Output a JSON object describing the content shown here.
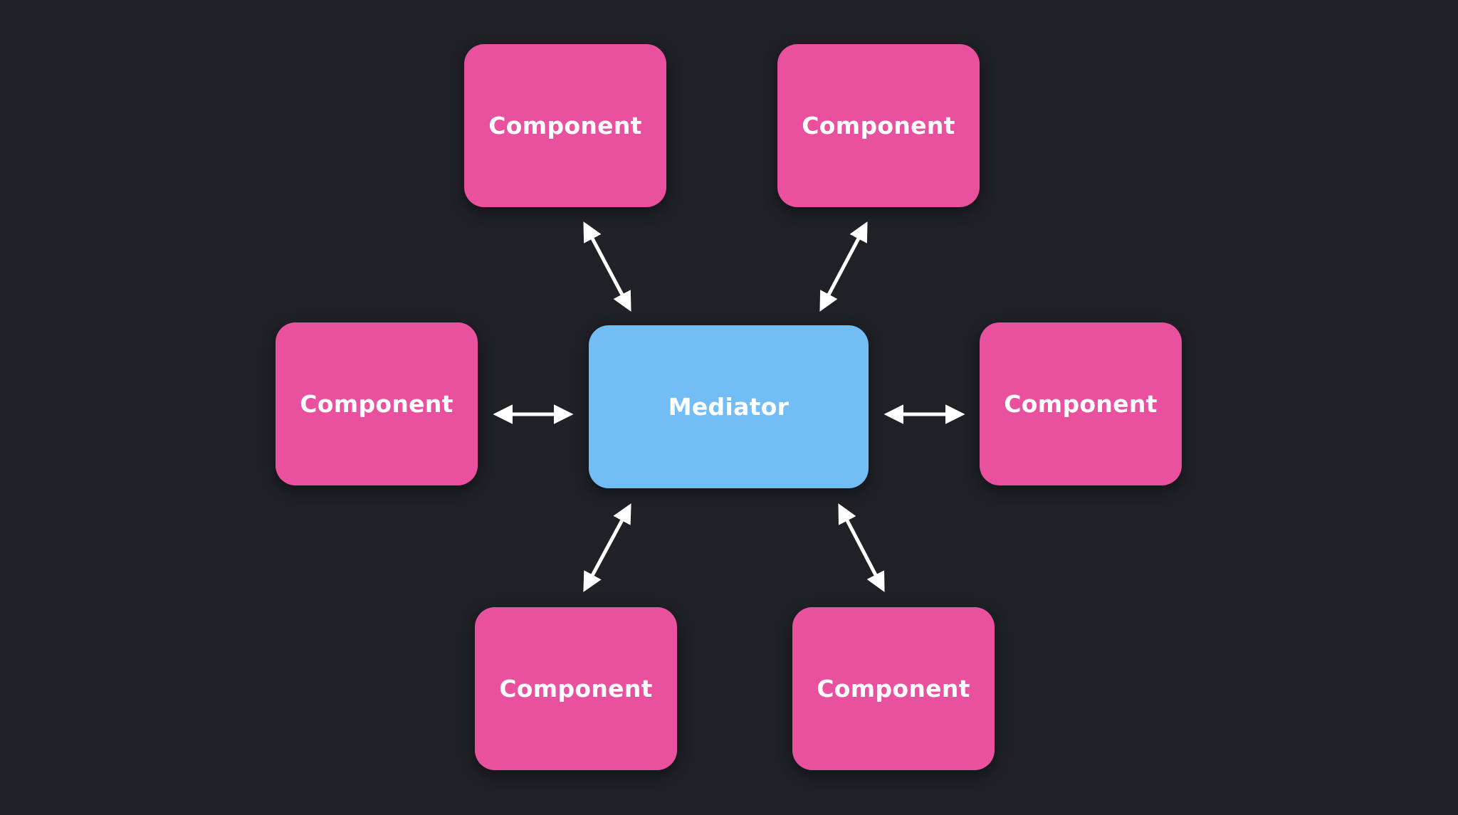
{
  "diagram": {
    "mediator": {
      "label": "Mediator"
    },
    "components": [
      {
        "id": "top-left",
        "label": "Component"
      },
      {
        "id": "top-right",
        "label": "Component"
      },
      {
        "id": "mid-left",
        "label": "Component"
      },
      {
        "id": "mid-right",
        "label": "Component"
      },
      {
        "id": "bottom-left",
        "label": "Component"
      },
      {
        "id": "bottom-right",
        "label": "Component"
      }
    ],
    "connections": [
      {
        "from": "mediator",
        "to": "top-left",
        "bidirectional": true
      },
      {
        "from": "mediator",
        "to": "top-right",
        "bidirectional": true
      },
      {
        "from": "mediator",
        "to": "mid-left",
        "bidirectional": true
      },
      {
        "from": "mediator",
        "to": "mid-right",
        "bidirectional": true
      },
      {
        "from": "mediator",
        "to": "bottom-left",
        "bidirectional": true
      },
      {
        "from": "mediator",
        "to": "bottom-right",
        "bidirectional": true
      }
    ]
  },
  "colors": {
    "background": "#202127",
    "component": "#e9519f",
    "mediator": "#73bdf7",
    "arrow": "#ffffff",
    "text": "#ffffff"
  }
}
